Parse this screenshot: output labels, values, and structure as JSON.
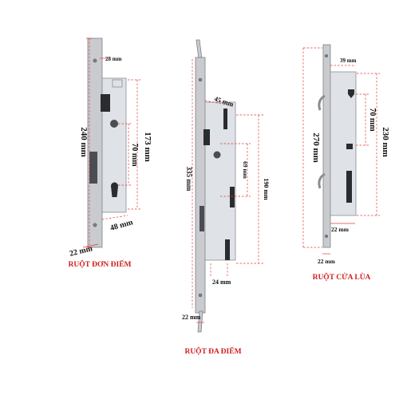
{
  "colors": {
    "caption": "#d02020",
    "dimension_line": "#e23a3a",
    "steel_plate": "#c9cbcf",
    "case_body": "#dfe2e6"
  },
  "single_lock": {
    "caption": "RUỘT ĐƠN ĐIỂM",
    "dims": {
      "top": "28 mm",
      "total_height": "240 mm",
      "body_height": "173 mm",
      "spacing": "70 mm",
      "backset": "48 mm",
      "faceplate_width": "22 mm"
    }
  },
  "multi_lock": {
    "caption": "RUỘT ĐA ĐIỂM",
    "dims": {
      "backset": "45 mm",
      "total_height": "335 mm",
      "body_height": "190 mm",
      "spacing": "69 mm",
      "bottom": "24 mm",
      "faceplate_width": "22 mm"
    }
  },
  "hook_lock": {
    "caption": "RUỘT CỬA LÙA",
    "dims": {
      "backset": "39 mm",
      "total_height": "270 mm",
      "body_height": "230 mm",
      "spacing": "70 mm",
      "faceplate_width": "22 mm",
      "bottom_width": "22 mm"
    }
  }
}
